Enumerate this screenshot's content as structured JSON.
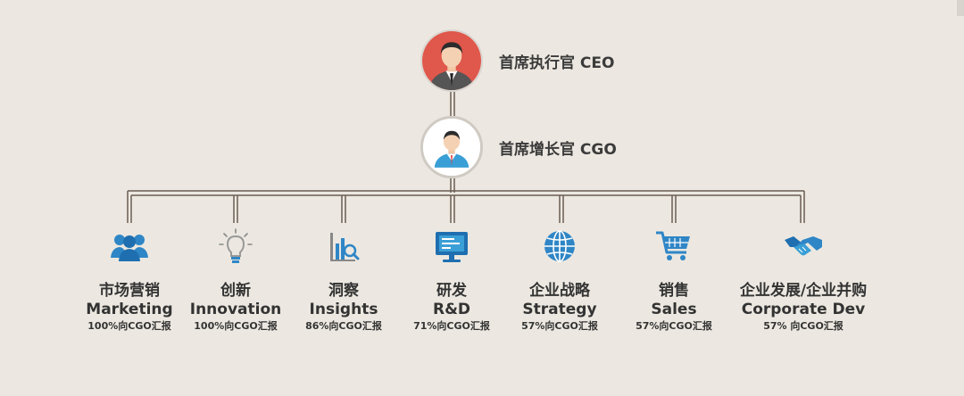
{
  "ceo": {
    "label": "首席执行官  CEO"
  },
  "cgo": {
    "label": "首席增长官  CGO"
  },
  "departments": [
    {
      "cn": "市场营销",
      "en": "Marketing",
      "stat": "100%向CGO汇报",
      "icon": "people-group-icon"
    },
    {
      "cn": "创新",
      "en": "Innovation",
      "stat": "100%向CGO汇报",
      "icon": "lightbulb-icon"
    },
    {
      "cn": "洞察",
      "en": "Insights",
      "stat": "86%向CGO汇报",
      "icon": "bar-chart-magnifier-icon"
    },
    {
      "cn": "研发",
      "en": "R&D",
      "stat": "71%向CGO汇报",
      "icon": "monitor-icon"
    },
    {
      "cn": "企业战略",
      "en": "Strategy",
      "stat": "57%向CGO汇报",
      "icon": "globe-icon"
    },
    {
      "cn": "销售",
      "en": "Sales",
      "stat": "57%向CGO汇报",
      "icon": "shopping-cart-icon"
    },
    {
      "cn": "企业发展/企业并购",
      "en": "Corporate Dev",
      "stat": "57% 向CGO汇报",
      "icon": "handshake-icon"
    }
  ],
  "colors": {
    "background": "#ece8e1",
    "icon_blue": "#2f86c6",
    "ceo_ring": "#e0574b",
    "connector": "#6b5d52"
  }
}
